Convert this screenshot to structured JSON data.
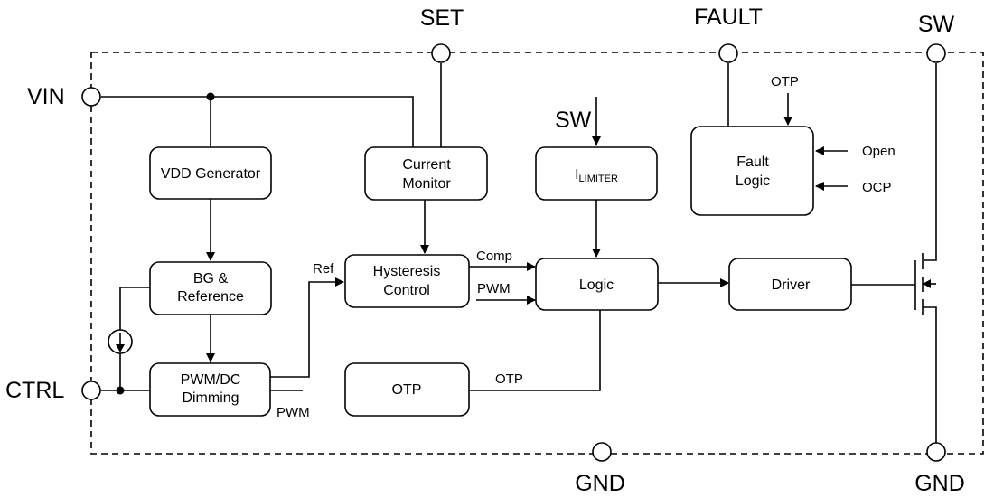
{
  "pins": {
    "set": "SET",
    "fault": "FAULT",
    "sw_top": "SW",
    "vin": "VIN",
    "ctrl": "CTRL",
    "gnd_bottom": "GND",
    "gnd_right": "GND"
  },
  "blocks": {
    "vdd_generator": "VDD Generator",
    "bg_reference_line1": "BG &",
    "bg_reference_line2": "Reference",
    "pwm_dc_line1": "PWM/DC",
    "pwm_dc_line2": "Dimming",
    "current_monitor_line1": "Current",
    "current_monitor_line2": "Monitor",
    "hysteresis_line1": "Hysteresis",
    "hysteresis_line2": "Control",
    "otp": "OTP",
    "limiter_main": "I",
    "limiter_sub": "LIMITER",
    "logic": "Logic",
    "driver": "Driver",
    "fault_logic_line1": "Fault",
    "fault_logic_line2": "Logic"
  },
  "signals": {
    "sw_in": "SW",
    "ref": "Ref",
    "comp": "Comp",
    "pwm_in": "PWM",
    "pwm_out": "PWM",
    "otp_wire": "OTP",
    "otp_fault": "OTP",
    "open": "Open",
    "ocp": "OCP"
  }
}
